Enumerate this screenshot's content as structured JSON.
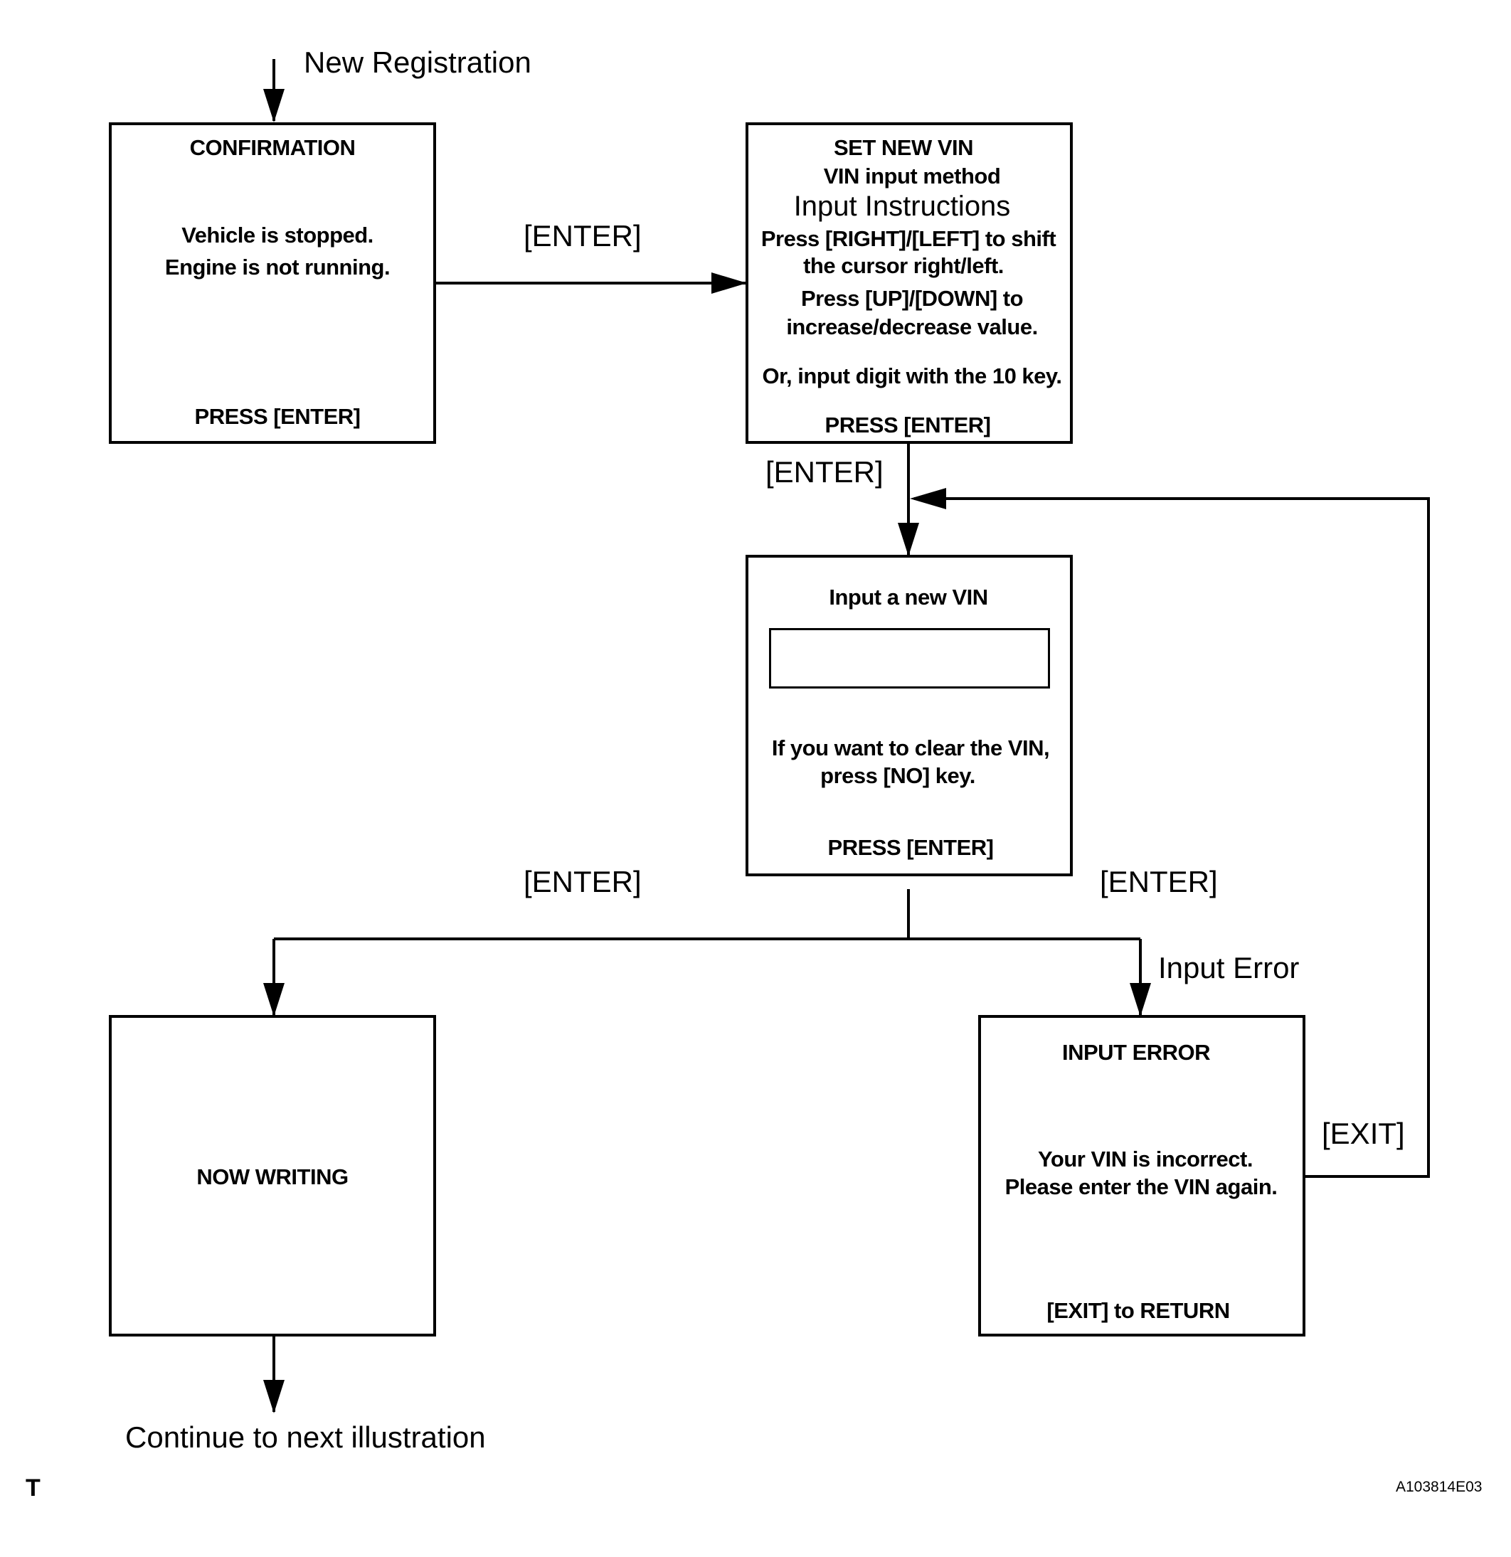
{
  "labels": {
    "new_registration": "New Registration",
    "enter_1": "[ENTER]",
    "enter_2": "[ENTER]",
    "enter_3": "[ENTER]",
    "enter_4": "[ENTER]",
    "input_error": "Input Error",
    "exit": "[EXIT]",
    "continue": "Continue to next illustration"
  },
  "confirmation": {
    "title": "CONFIRMATION",
    "line1": "Vehicle is stopped.",
    "line2": "Engine is not running.",
    "footer": "PRESS [ENTER]"
  },
  "set_new_vin": {
    "title": "SET NEW VIN",
    "subtitle": "VIN input method",
    "heading": "Input Instructions",
    "line1": "Press [RIGHT]/[LEFT] to shift",
    "line2": "the cursor right/left.",
    "line3": "Press [UP]/[DOWN]  to",
    "line4": "increase/decrease value.",
    "line5": "Or, input digit with the 10 key.",
    "footer": "PRESS [ENTER]"
  },
  "input_vin": {
    "title": "Input a new VIN",
    "field_value": "",
    "line1": "If you want to clear the VIN,",
    "line2": "press [NO] key.",
    "footer": "PRESS [ENTER]"
  },
  "now_writing": {
    "title": "NOW WRITING"
  },
  "input_error_box": {
    "title": "INPUT  ERROR",
    "line1": "Your VIN is incorrect.",
    "line2": "Please enter the VIN again.",
    "footer": "[EXIT] to RETURN"
  },
  "corner_mark": "T",
  "figure_id": "A103814E03"
}
